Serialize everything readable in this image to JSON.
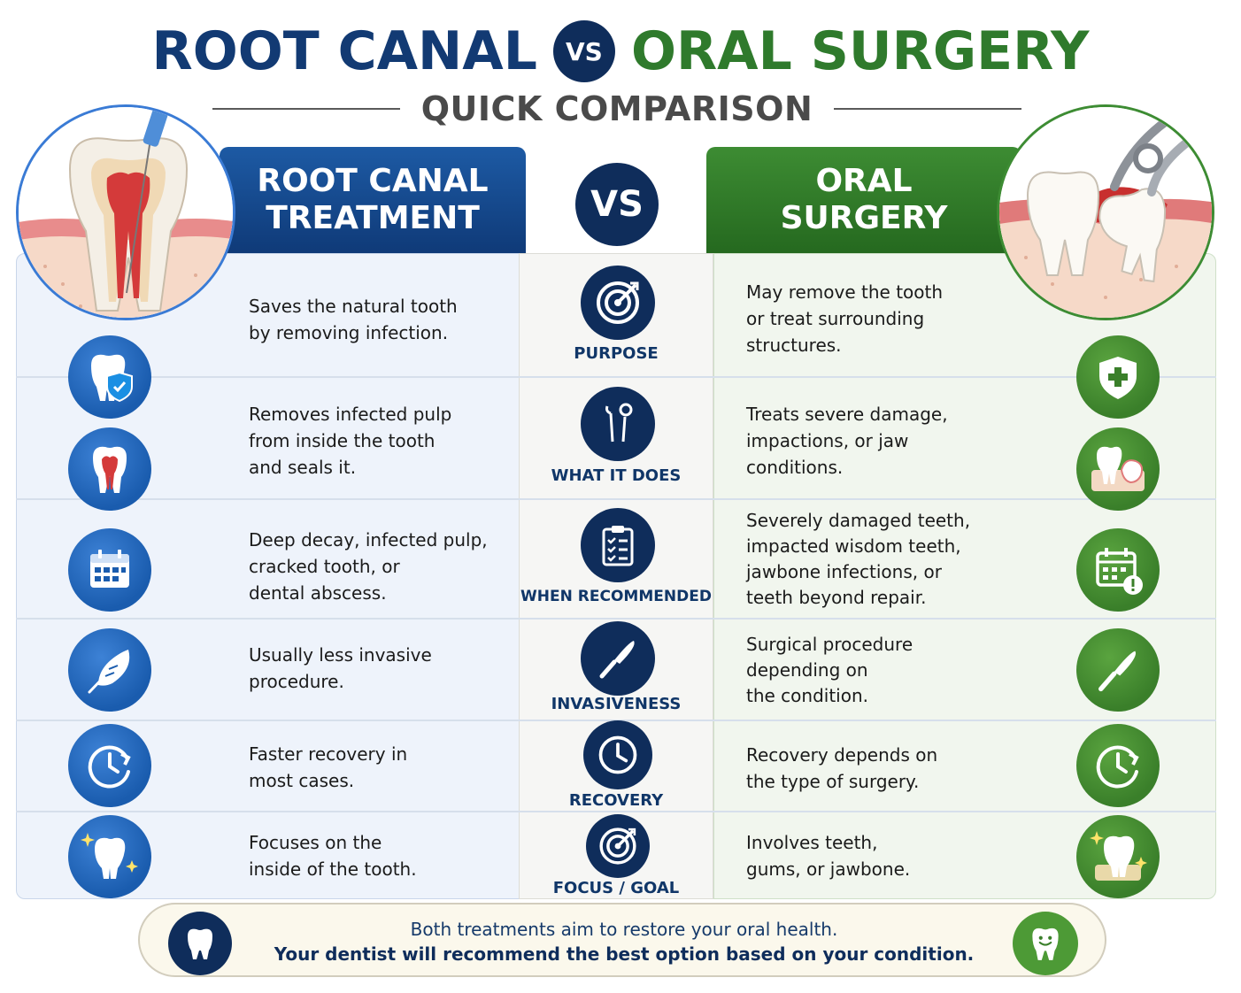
{
  "title": {
    "left": "ROOT CANAL",
    "vs": "VS",
    "right": "ORAL SURGERY"
  },
  "subtitle": "QUICK COMPARISON",
  "headers": {
    "left_line1": "ROOT CANAL",
    "left_line2": "TREATMENT",
    "vs": "VS",
    "right_line1": "ORAL",
    "right_line2": "SURGERY"
  },
  "colors": {
    "navy": "#0f2d5b",
    "blue": "#1a5cae",
    "green": "#3a7f2a",
    "title_blue": "#123a73",
    "title_green": "#2f7a2c"
  },
  "rows": [
    {
      "label": "PURPOSE",
      "left": [
        "Saves the natural tooth",
        "by removing infection."
      ],
      "right": [
        "May remove the tooth",
        "or treat surrounding",
        "structures."
      ],
      "left_icon": "tooth-shield-icon",
      "mid_icon": "target-icon",
      "right_icon": "shield-plus-icon"
    },
    {
      "label": "WHAT IT DOES",
      "left": [
        "Removes infected pulp",
        "from inside the tooth",
        "and seals it."
      ],
      "right": [
        "Treats severe damage,",
        "impactions, or jaw",
        "conditions."
      ],
      "left_icon": "tooth-root-icon",
      "mid_icon": "dental-tools-icon",
      "right_icon": "impacted-tooth-icon"
    },
    {
      "label": "WHEN RECOMMENDED",
      "left": [
        "Deep decay, infected pulp,",
        "cracked tooth, or",
        "dental abscess."
      ],
      "right": [
        "Severely damaged teeth,",
        "impacted wisdom teeth,",
        "jawbone infections, or",
        "teeth beyond repair."
      ],
      "left_icon": "calendar-icon",
      "mid_icon": "clipboard-icon",
      "right_icon": "calendar-alert-icon"
    },
    {
      "label": "INVASIVENESS",
      "left": [
        "Usually less invasive",
        "procedure."
      ],
      "right": [
        "Surgical procedure",
        "depending on",
        "the condition."
      ],
      "left_icon": "feather-icon",
      "mid_icon": "scalpel-icon",
      "right_icon": "scalpel-icon"
    },
    {
      "label": "RECOVERY",
      "left": [
        "Faster recovery in",
        "most cases."
      ],
      "right": [
        "Recovery depends on",
        "the type of surgery."
      ],
      "left_icon": "clock-cycle-icon",
      "mid_icon": "clock-icon",
      "right_icon": "clock-cycle-icon"
    },
    {
      "label": "FOCUS / GOAL",
      "left": [
        "Focuses on the",
        "inside of the tooth."
      ],
      "right": [
        "Involves teeth,",
        "gums, or jawbone."
      ],
      "left_icon": "sparkle-tooth-icon",
      "mid_icon": "target-icon",
      "right_icon": "sparkle-tooth-icon"
    }
  ],
  "footer": {
    "line1": "Both treatments aim to restore your oral health.",
    "line2": "Your dentist will recommend the best option based on your condition.",
    "left_icon": "tooth-icon",
    "right_icon": "smiling-tooth-icon"
  }
}
